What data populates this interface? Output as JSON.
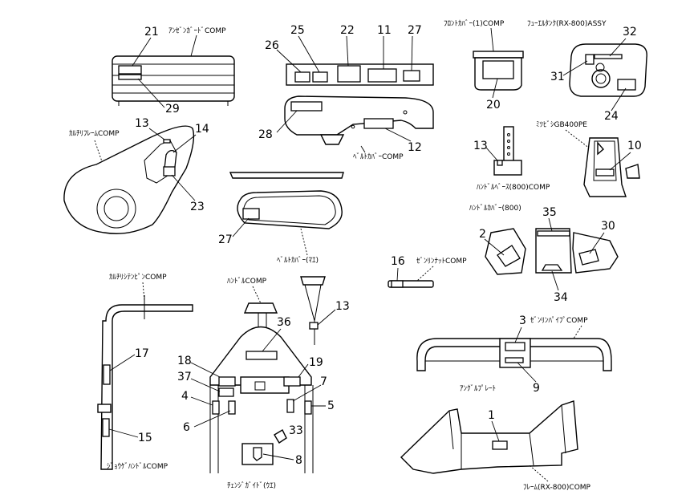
{
  "components": {
    "anzen_guard": "ｱﾝｾﾞﾝｶﾞｰﾄﾞCOMP",
    "front_cover": "ﾌﾛﾝﾄｶﾊﾞｰ(1)COMP",
    "fuel_tank": "ﾌｭｰｴﾙﾀﾝｸ(RX-800)ASSY",
    "cultivator_frame": "ｶﾙﾁﾘﾌﾚｰﾑCOMP",
    "belt_cover": "ﾍﾞﾙﾄｶﾊﾞｰCOMP",
    "mitsubishi_engine": "ﾐﾂﾋﾞｼGB400PE",
    "handle_base": "ﾊﾝﾄﾞﾙﾍﾞｰｽ(800)COMP",
    "handle_cover": "ﾊﾝﾄﾞﾙｶﾊﾞｰ(800)",
    "belt_cover_front": "ﾍﾞﾙﾄｶﾊﾞｰ(ﾏｴ)",
    "front_wheel_nut": "ｾﾞﾝﾘﾝﾅｯﾄCOMP",
    "tension_pin": "ｶﾙﾁﾘｼﾃﾝﾋﾟﾝCOMP",
    "handle_comp": "ﾊﾝﾄﾞﾙCOMP",
    "front_wheel_pipe": "ｾﾞﾝﾘﾝﾊﾟｲﾌﾟCOMP",
    "angle_plate": "ｱﾝｸﾞﾙﾌﾟﾚｰﾄ",
    "jouge_handle": "ｼﾞｮｳｹﾞﾊﾝﾄﾞﾙCOMP",
    "change_guide": "ﾁｪﾝｼﾞｶﾞｲﾄﾞ(ｳｴ)",
    "frame": "ﾌﾚｰﾑ(RX-800)COMP"
  },
  "callouts": {
    "c1": "1",
    "c2": "2",
    "c3": "3",
    "c4": "4",
    "c5": "5",
    "c6": "6",
    "c7": "7",
    "c8": "8",
    "c9": "9",
    "c10": "10",
    "c11": "11",
    "c12": "12",
    "c13a": "13",
    "c13b": "13",
    "c13c": "13",
    "c14": "14",
    "c15": "15",
    "c16": "16",
    "c17": "17",
    "c18": "18",
    "c19": "19",
    "c20": "20",
    "c21": "21",
    "c22": "22",
    "c23": "23",
    "c24": "24",
    "c25": "25",
    "c26": "26",
    "c27a": "27",
    "c27b": "27",
    "c28": "28",
    "c29": "29",
    "c30": "30",
    "c31": "31",
    "c32": "32",
    "c33": "33",
    "c34": "34",
    "c35": "35",
    "c36": "36",
    "c37": "37"
  }
}
